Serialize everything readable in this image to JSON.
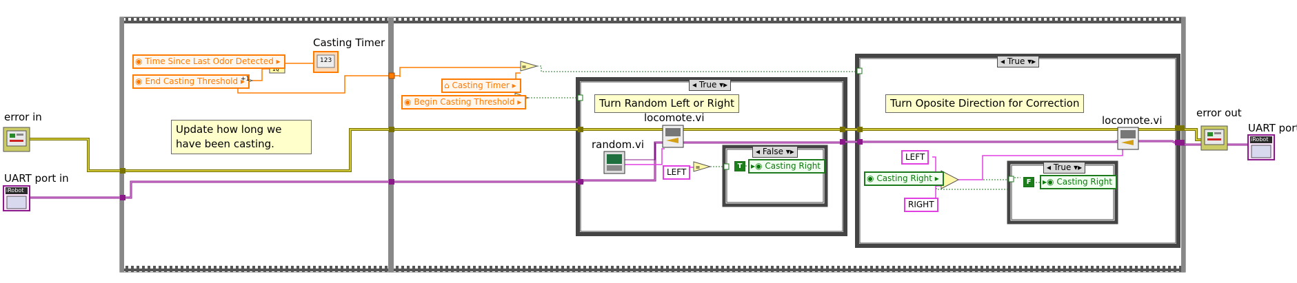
{
  "io": {
    "error_in": "error in",
    "uart_in": "UART port in",
    "error_out": "error out",
    "uart_out": "UART port",
    "robot_icon_text": "iRobot"
  },
  "frame1": {
    "comment": "Update how long we have been casting.",
    "time_since": "Time Since Last Odor Detected",
    "end_threshold": "End Casting Threshold",
    "timer_label": "Casting Timer",
    "timer_icon_text": "123",
    "increment_label": "+1"
  },
  "frame2": {
    "casting_timer": "Casting Timer",
    "begin_threshold": "Begin Casting Threshold",
    "case1": {
      "selector": "True",
      "comment": "Turn Random Left or Right",
      "random_label": "random.vi",
      "locomote_label": "locomote.vi",
      "left_const": "LEFT",
      "inner_selector": "False",
      "inner_bool": "T",
      "inner_local": "Casting Right"
    },
    "case2": {
      "selector": "True",
      "comment": "Turn Oposite Direction for Correction",
      "locomote_label": "locomote.vi",
      "left_const": "LEFT",
      "right_const": "RIGHT",
      "casting_right": "Casting Right",
      "inner_selector": "True",
      "inner_bool": "F",
      "inner_local": "Casting Right"
    }
  },
  "colors": {
    "error_wire": "#7a7200",
    "uart_wire": "#8a1a8a",
    "numeric": "#ff7b00",
    "boolean": "#1c7a1c",
    "string": "#e23fe2"
  }
}
